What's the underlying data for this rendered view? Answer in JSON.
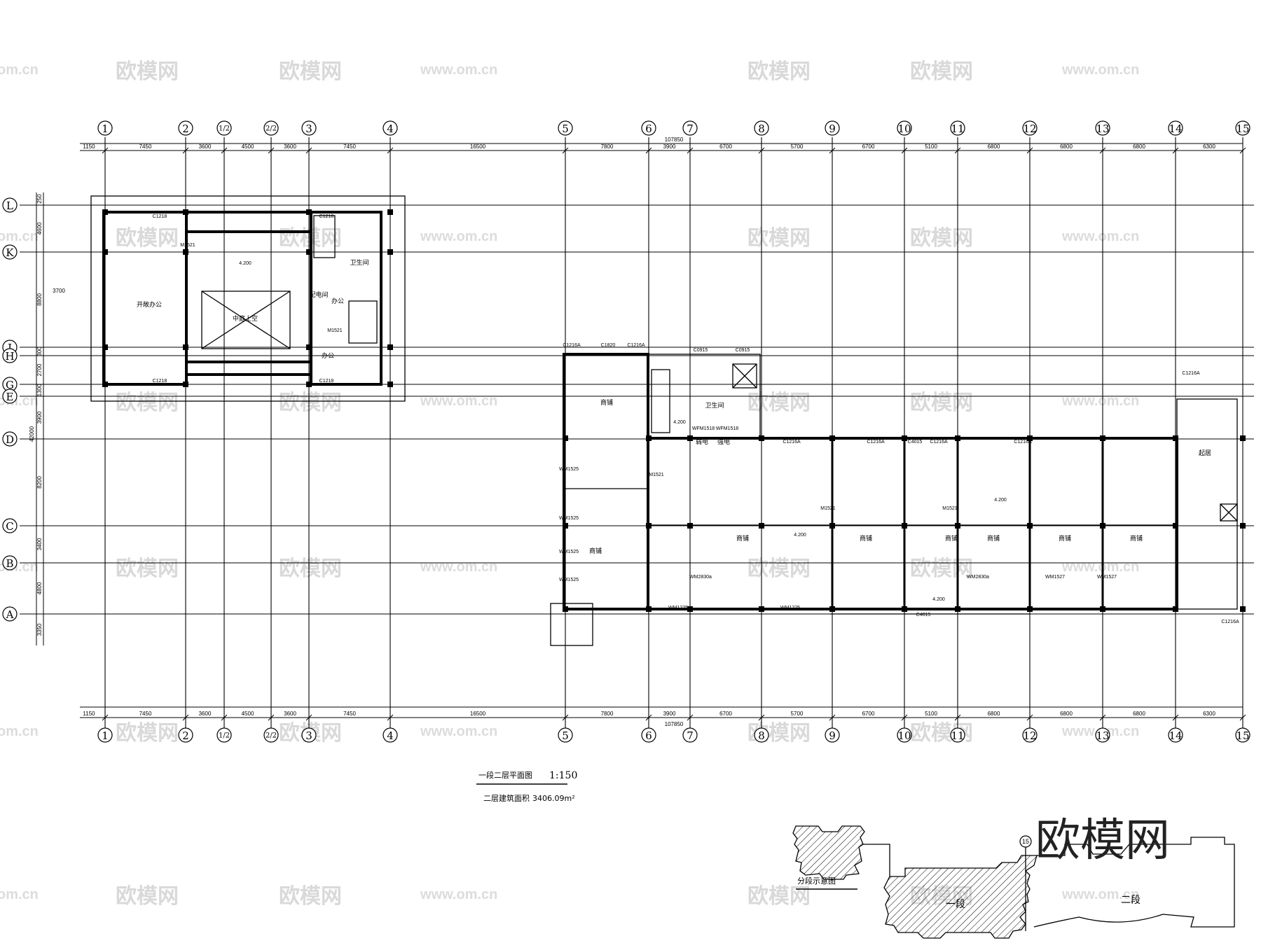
{
  "grid_x_labels": [
    "1",
    "2",
    "1/2",
    "2/2",
    "3",
    "4",
    "5",
    "6",
    "7",
    "8",
    "9",
    "10",
    "11",
    "12",
    "13",
    "14",
    "15"
  ],
  "grid_y_labels": [
    "L",
    "K",
    "J",
    "H",
    "G",
    "E",
    "D",
    "C",
    "B",
    "A"
  ],
  "top_spacing_dims": [
    "7450",
    "3600",
    "4500",
    "3600",
    "7450",
    "16500",
    "7800",
    "3900",
    "6700",
    "5700",
    "6700",
    "5100",
    "6800",
    "6800",
    "6800",
    "6300"
  ],
  "total_dim": "107850",
  "edge_dim_left": "1150",
  "left_vertical_dims": [
    "250",
    "4600",
    "8800",
    "300",
    "2700",
    "1300",
    "3900",
    "8200",
    "3400",
    "4800",
    "3350"
  ],
  "left_total_dim": "42000",
  "left_extra_dim": "3700",
  "rooms": {
    "open_office": "开敞办公",
    "atrium": "中庭上空",
    "office": "办公",
    "office_small": "办公",
    "toilet": "卫生间",
    "electrical": "配电间",
    "shop": "商铺",
    "corridor": "起居",
    "weak_power": "弱电",
    "strong_power": "强电",
    "toilet_east": "卫生间"
  },
  "elevation_label": "4.200",
  "window_tags": [
    "C1218",
    "C1218",
    "C1218",
    "C1218",
    "C1216A",
    "C1820",
    "C1216A",
    "C0915",
    "C0915",
    "C1216A",
    "C1216A",
    "C1216A",
    "C4015",
    "C4015",
    "C1216A",
    "C1216A",
    "C1216A"
  ],
  "door_tags": [
    "M1521",
    "M1521",
    "M1521",
    "M1521",
    "M1521",
    "WM1525",
    "WM1525",
    "WM1525",
    "WM1525",
    "WM2830a",
    "WM2830a",
    "WM1527",
    "WM1527",
    "WM1225",
    "WM1225",
    "WFM1518",
    "WFM1518"
  ],
  "caption": {
    "title": "一段二层平面图",
    "scale": "1:150",
    "area_label": "二层建筑面积",
    "area_value": "3406.09m²"
  },
  "keyplan": {
    "label": "分段示意图",
    "segment1": "一段",
    "segment2": "二段",
    "grid_ref": "15"
  },
  "watermark": {
    "brand": "欧模网",
    "url": "www.om.cn",
    "url_short": "om.cn"
  }
}
